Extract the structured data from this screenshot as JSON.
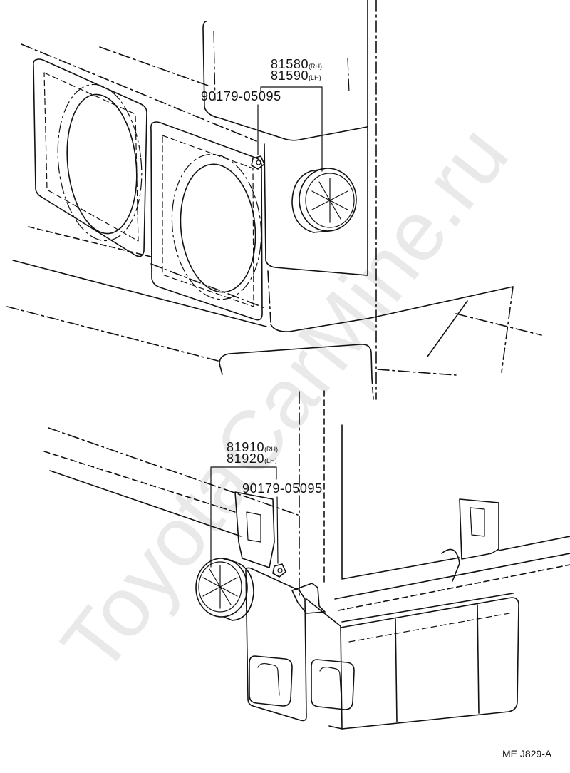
{
  "callouts": {
    "top_lamp": {
      "number_rh": "81580",
      "side_rh": "(RH)",
      "number_lh": "81590",
      "side_lh": "(LH)"
    },
    "top_clip": {
      "number": "90179-05095"
    },
    "bottom_lamp": {
      "number_rh": "81910",
      "side_rh": "(RH)",
      "number_lh": "81920",
      "side_lh": "(LH)"
    },
    "bottom_clip": {
      "number": "90179-05095"
    }
  },
  "figure_code": "ME J829-A",
  "watermark": "ToyotaCarMine.ru",
  "colors": {
    "line": "#111111",
    "watermark": "#e9e9e9",
    "background": "#ffffff"
  }
}
